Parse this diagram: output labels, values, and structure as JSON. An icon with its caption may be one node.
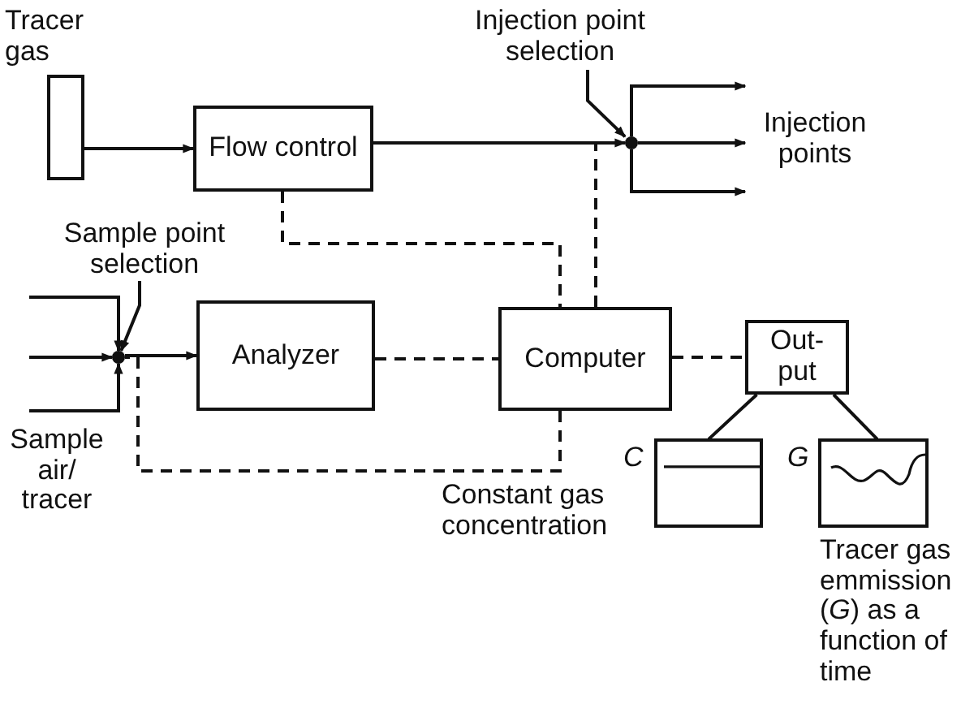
{
  "diagram": {
    "nodes": [
      {
        "text": [
          "Tracer gas"
        ]
      },
      {
        "text": [
          "Flow control"
        ]
      },
      {
        "text": [],
        "shape": "circle"
      },
      {
        "text": [
          "Injection point selection"
        ]
      },
      {
        "text": [
          "Sample point selection"
        ]
      },
      {
        "text": [],
        "shape": "circle"
      },
      {
        "text": [
          "Analyzer"
        ]
      },
      {
        "text": [
          "Computer"
        ]
      },
      {
        "text": [
          "Out- put"
        ]
      },
      {
        "text": [],
        "shape": "box",
        "beside": [
          "C",
          "Constant gas concentration"
        ]
      },
      {
        "text": [],
        "shape": "box",
        "beside": [
          "G",
          "Tracer gas emmission (*G*) as a function of time"
        ]
      },
      {
        "text": [
          "Injection points"
        ]
      }
    ],
    "edges": [
      {
        "from": 0,
        "to": 1,
        "arrow": "to"
      },
      {
        "from": 1,
        "to": 2,
        "arrow": "to"
      },
      {
        "from": 2,
        "to": 11,
        "arrow": "to"
      },
      {
        "from": 2,
        "to": 11,
        "arrow": "to"
      },
      {
        "from": 2,
        "to": 11,
        "arrow": "to"
      },
      {
        "from": 3,
        "to": 2,
        "arrow": "to"
      },
      {
        "from": 4,
        "to": 5,
        "arrow": "to"
      },
      {
        "from": null,
        "to": 5,
        "arrow": "to"
      },
      {
        "from": null,
        "to": 5,
        "arrow": "to"
      },
      {
        "from": null,
        "to": 5,
        "arrow": "to"
      },
      {
        "from": 5,
        "to": 6,
        "arrow": "to"
      },
      {
        "from": 1,
        "to": 7,
        "arrow": "none",
        "style": "dashed"
      },
      {
        "from": 7,
        "to": 2,
        "arrow": "none",
        "style": "dashed"
      },
      {
        "from": 6,
        "to": 7,
        "arrow": "none",
        "style": "dashed"
      },
      {
        "from": 7,
        "to": 5,
        "arrow": "none",
        "style": "dashed"
      },
      {
        "from": 7,
        "to": 8,
        "arrow": "none",
        "style": "dashed"
      },
      {
        "from": 8,
        "to": 9,
        "arrow": "none"
      },
      {
        "from": 8,
        "to": 10,
        "arrow": "none"
      }
    ],
    "labels": [
      "Sample air/ tracer"
    ]
  }
}
